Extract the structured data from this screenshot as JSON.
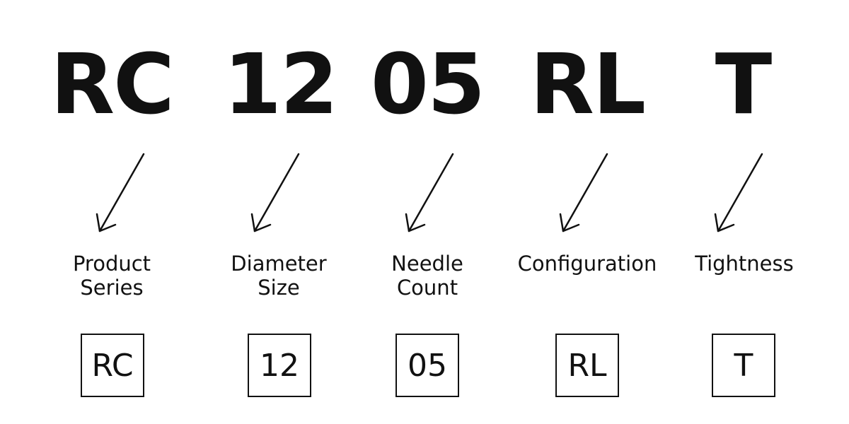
{
  "segments": [
    {
      "code": "RC",
      "label_lines": [
        "Product",
        "Series"
      ],
      "box": "RC"
    },
    {
      "code": "12",
      "label_lines": [
        "Diameter",
        "Size"
      ],
      "box": "12"
    },
    {
      "code": "05",
      "label_lines": [
        "Needle",
        "Count"
      ],
      "box": "05"
    },
    {
      "code": "RL",
      "label_lines": [
        "Configuration"
      ],
      "box": "RL"
    },
    {
      "code": "T",
      "label_lines": [
        "Tightness"
      ],
      "box": "T"
    }
  ],
  "colors": {
    "ink": "#111111",
    "background": "#ffffff"
  }
}
